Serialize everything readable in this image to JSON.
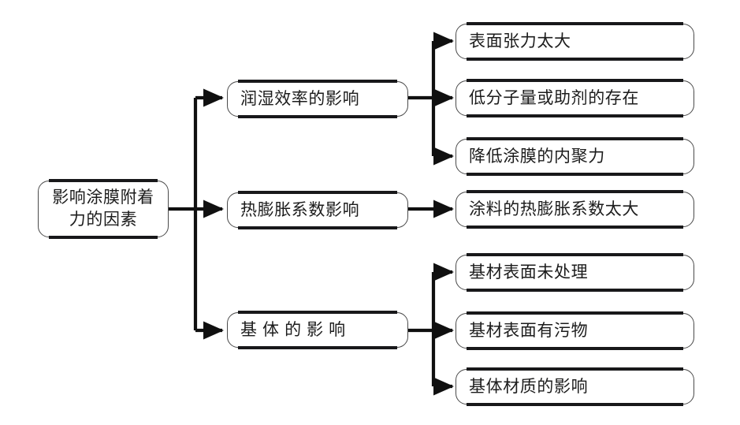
{
  "diagram": {
    "type": "tree",
    "orientation": "left-to-right",
    "background_color": "#ffffff",
    "node_fill": "#ffffff",
    "node_border_color": "#4a4a4a",
    "node_bar_color": "#18181a",
    "edge_color": "#101010",
    "text_color": "#1c1c1c",
    "root": {
      "id": "root",
      "label": "影响涂膜附着\n力的因素"
    },
    "branches": [
      {
        "id": "wetting",
        "label": "润湿效率的影响",
        "children": [
          {
            "id": "surface-tension",
            "label": "表面张力太大"
          },
          {
            "id": "low-molecular",
            "label": "低分子量或助剂的存在"
          },
          {
            "id": "cohesion",
            "label": "降低涂膜的内聚力"
          }
        ]
      },
      {
        "id": "thermal-expansion",
        "label": "热膨胀系数影响",
        "children": [
          {
            "id": "coating-expansion",
            "label": "涂料的热膨胀系数太大"
          }
        ]
      },
      {
        "id": "substrate",
        "label": "基 体 的 影 响",
        "children": [
          {
            "id": "untreated-surface",
            "label": "基材表面未处理"
          },
          {
            "id": "dirty-surface",
            "label": "基材表面有污物"
          },
          {
            "id": "substrate-material",
            "label": "基体材质的影响"
          }
        ]
      }
    ]
  }
}
